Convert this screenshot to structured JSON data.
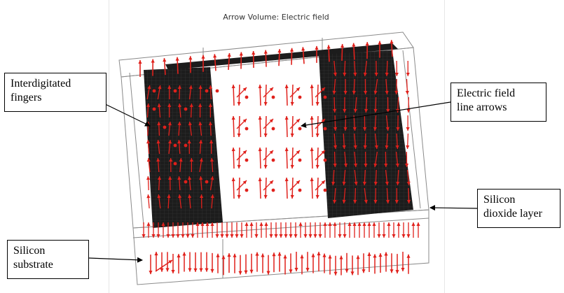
{
  "title": "Arrow Volume: Electric field",
  "labels": {
    "fingers": [
      "Interdigitated",
      "fingers"
    ],
    "arrows": [
      "Electric field",
      "line arrows"
    ],
    "oxide": [
      "Silicon",
      "dioxide layer"
    ],
    "substrate": [
      "Silicon",
      "substrate"
    ]
  },
  "colors": {
    "arrow": "#e0201b",
    "electrode": "#1c1c1c",
    "outline": "#8a8a8a",
    "leader": "#000000"
  }
}
